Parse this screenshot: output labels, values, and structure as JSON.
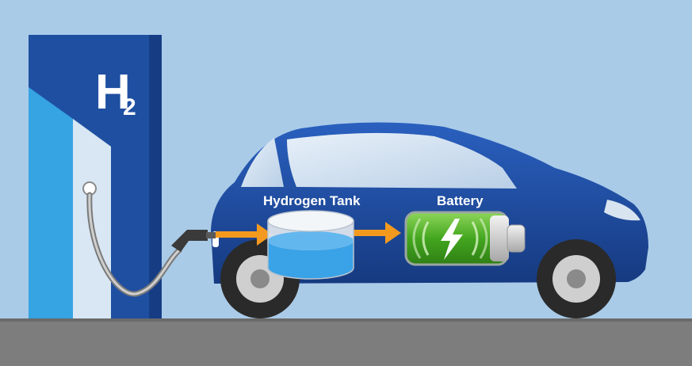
{
  "station": {
    "formula_main": "H",
    "formula_sub": "2"
  },
  "components": {
    "tank_label": "Hydrogen Tank",
    "battery_label": "Battery"
  },
  "colors": {
    "sky": "#a9cbe8",
    "station_blue": "#1f4fa0",
    "car_blue": "#1b4594",
    "flow_arrow": "#f39a1e",
    "battery_green": "#4caf2c",
    "tank_water": "#3aa2e6",
    "ground": "#7d7d7d"
  }
}
